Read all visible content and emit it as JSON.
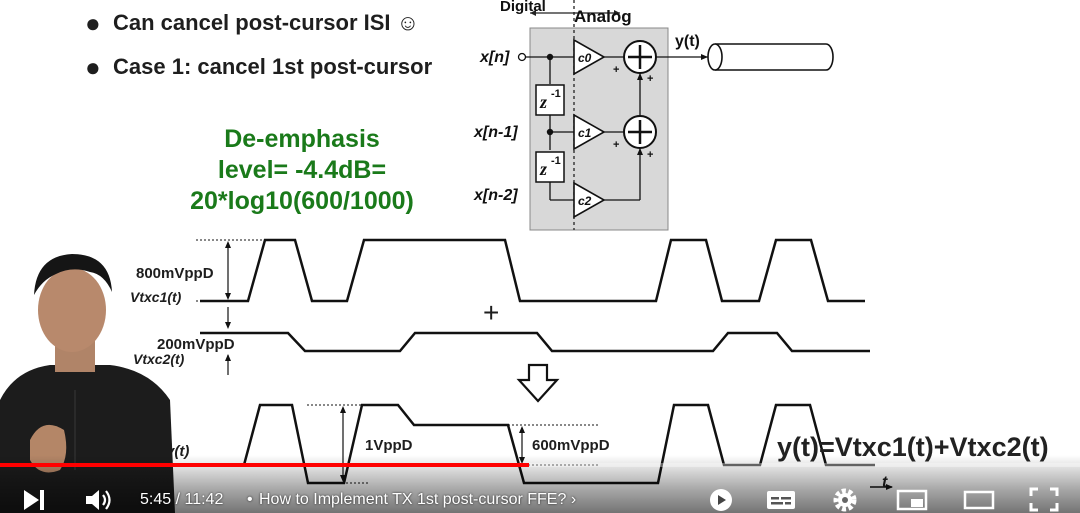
{
  "slide": {
    "bullets": [
      {
        "text": "Can cancel post-cursor ISI ☺"
      },
      {
        "text": "Case 1: cancel 1st post-cursor"
      }
    ],
    "deemphasis": {
      "line1": "De-emphasis",
      "line2": "level= -4.4dB=",
      "line3": "20*log10(600/1000)"
    },
    "diagram": {
      "digital": "Digital",
      "analog": "Analog",
      "xn": "x[n]",
      "xn1": "x[n-1]",
      "xn2": "x[n-2]",
      "z": "z",
      "zexp": "-1",
      "c0": "c0",
      "c1": "c1",
      "c2": "c2",
      "yt": "y(t)"
    },
    "waves": {
      "v800": "800mVppD",
      "vtxc1": "Vtxc1(t)",
      "v200": "200mVppD",
      "vtxc2": "Vtxc2(t)",
      "plus": "+",
      "yt": "y(t)",
      "v1": "1VppD",
      "v600": "600mVppD",
      "eq": "y(t)=Vtxc1(t)+Vtxc2(t)",
      "taxis": "t"
    }
  },
  "player": {
    "time_current": "5:45",
    "time_total": "11:42",
    "separator": "/",
    "bullet_sep": "•",
    "title": "How to Implement TX 1st post-cursor FFE?",
    "chevron": "›",
    "progress_fraction": 0.49,
    "accent": "#ff0000"
  }
}
